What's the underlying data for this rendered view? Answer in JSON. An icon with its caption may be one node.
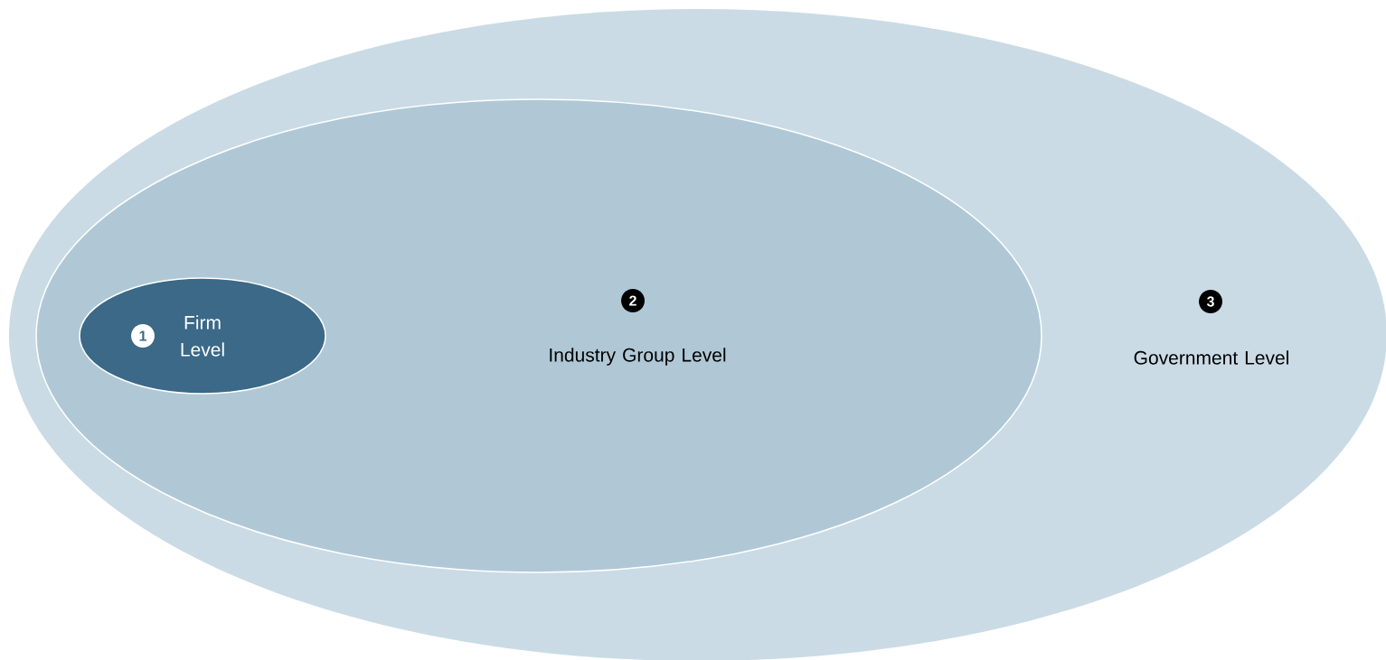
{
  "diagram": {
    "nodes": [
      {
        "text": [
          "3",
          "Government Level"
        ]
      },
      {
        "text": [
          "2",
          "Industry Group Level"
        ],
        "in": 0
      },
      {
        "text": [
          "1",
          "Firm Level"
        ],
        "in": 1
      }
    ]
  }
}
